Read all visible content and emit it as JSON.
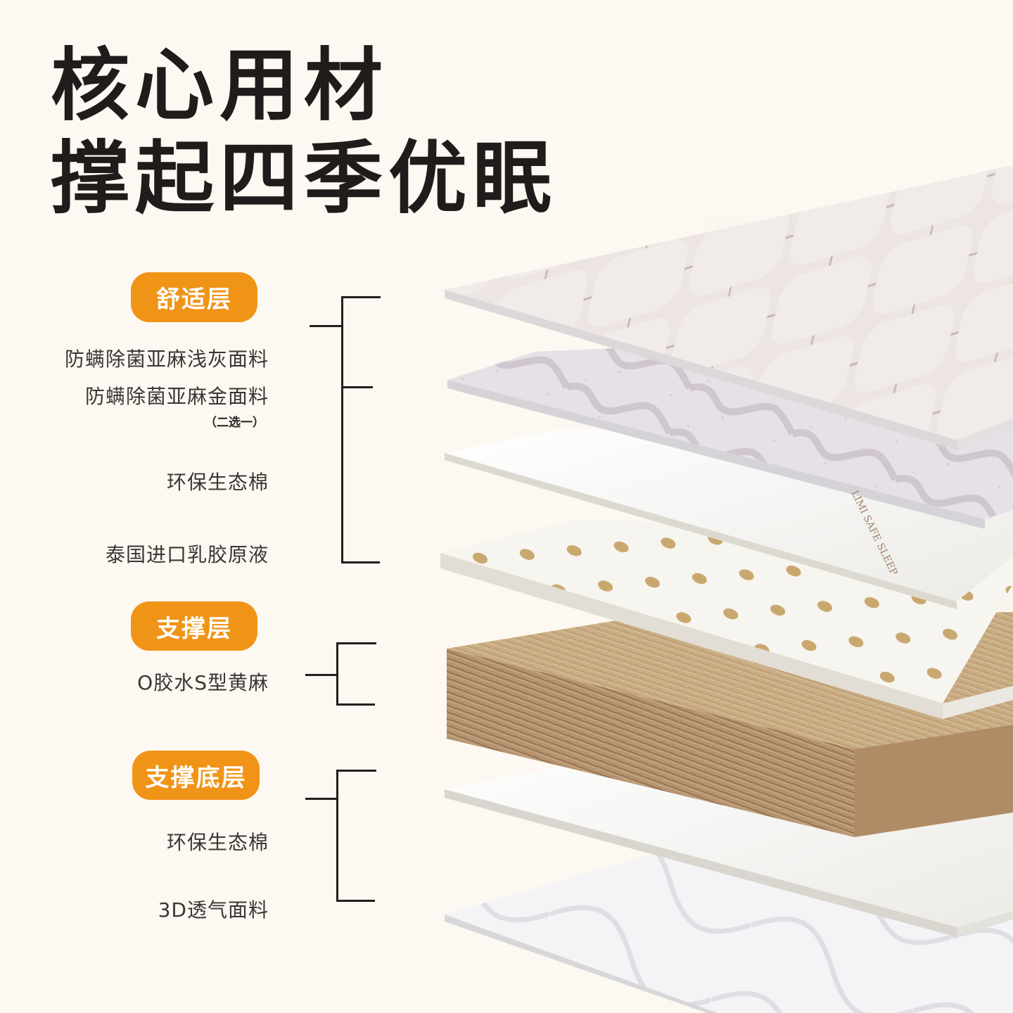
{
  "title": {
    "line1": "核心用材",
    "line2": "撑起四季优眠"
  },
  "sections": [
    {
      "badge": "舒适层",
      "items": [
        "防螨除菌亚麻浅灰面料",
        "防螨除菌亚麻金面料",
        "环保生态棉",
        "泰国进口乳胶原液"
      ],
      "note": "（二选一）"
    },
    {
      "badge": "支撑层",
      "items": [
        "O胶水S型黄麻"
      ]
    },
    {
      "badge": "支撑底层",
      "items": [
        "环保生态棉",
        "3D透气面料"
      ]
    }
  ],
  "layers": [
    {
      "name": "quilted-linen-top",
      "color": "#e9e1df"
    },
    {
      "name": "wave-jacquard-fabric",
      "color": "#e4dfe3",
      "logo_text": "LIMI SAFE SLEEP"
    },
    {
      "name": "eco-cotton",
      "color": "#f7f6f3"
    },
    {
      "name": "latex",
      "color": "#f6f4ef"
    },
    {
      "name": "jute",
      "color": "#c8ab82"
    },
    {
      "name": "eco-cotton-bottom",
      "color": "#f8f7f4"
    },
    {
      "name": "3d-fabric",
      "color": "#f2f2f4"
    }
  ],
  "colors": {
    "background": "#fdf8f1",
    "badge": "#f09418",
    "text": "#1f1c1b",
    "line": "#221e1c"
  }
}
